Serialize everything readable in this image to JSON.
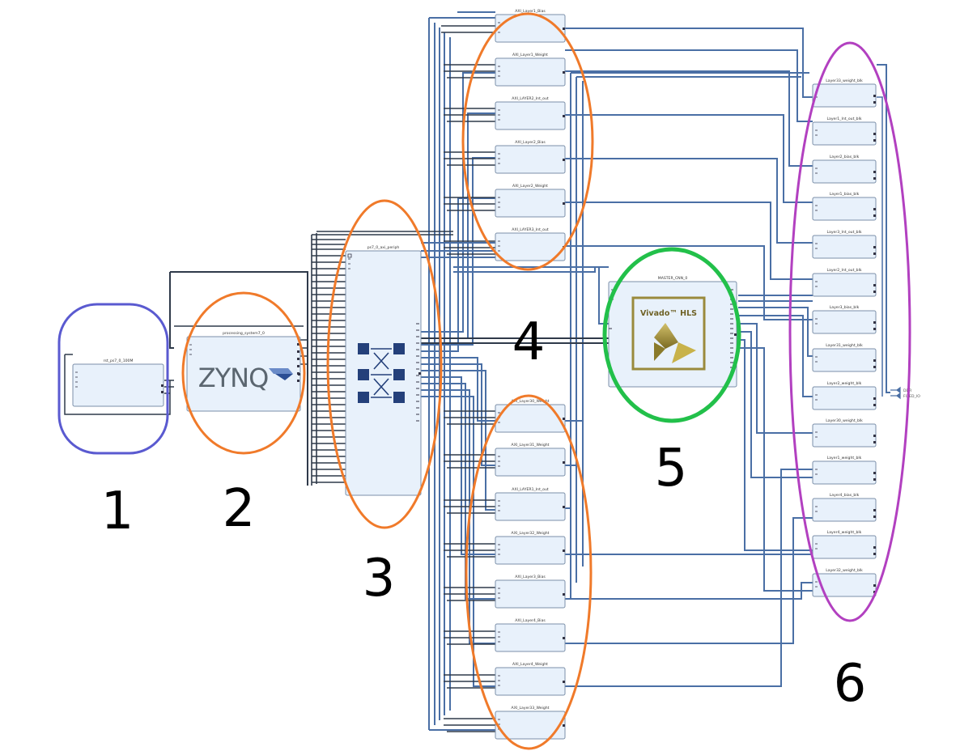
{
  "diagram": {
    "colors": {
      "wire": "#4a6fa5",
      "wire_dark": "#2f3a4a",
      "block_fill": "#e8f1fb",
      "block_stroke": "#7b8fa8",
      "ring_blue": "#5a5ad0",
      "ring_orange": "#f07a2a",
      "ring_green": "#22c04a",
      "ring_purple": "#b240c0"
    },
    "blocks": {
      "rst": "rst_ps7_0_100M",
      "ps": "processing_system7_0",
      "periph": "ps7_0_axi_periph",
      "master": "MASTER_CNN_0"
    },
    "logos": {
      "zynq": "ZYNQ",
      "vivado": "Vivado™ HLS"
    },
    "bram_top": [
      "AXI_Layer1_Bias",
      "AXI_Layer1_Weight",
      "AXI_LAYER2_Int_out",
      "AXI_Layer2_Bias",
      "AXI_Layer2_Weight",
      "AXI_LAYER3_Int_out"
    ],
    "bram_bottom": [
      "AXI_Layer30_Weight",
      "AXI_Layer31_Weight",
      "AXI_LAYER1_Int_out",
      "AXI_Layer32_Weight",
      "AXI_Layer3_Bias",
      "AXI_Layer4_Bias",
      "AXI_Layer4_Weight",
      "AXI_Layer33_Weight"
    ],
    "bram_ctrl": [
      "Layer33_weight_blk",
      "Layer1_Int_out_blk",
      "Layer2_bias_blk",
      "Layer1_bias_blk",
      "Layer3_Int_out_blk",
      "Layer2_Int_out_blk",
      "Layer3_bias_blk",
      "Layer31_weight_blk",
      "Layer2_weight_blk",
      "Layer30_weight_blk",
      "Layer1_weight_blk",
      "Layer4_bias_blk",
      "Layer4_weight_blk",
      "Layer32_weight_blk"
    ],
    "output_ports": [
      "DDR",
      "FIXED_IO"
    ],
    "labels": [
      "1",
      "2",
      "3",
      "4",
      "5",
      "6"
    ]
  }
}
